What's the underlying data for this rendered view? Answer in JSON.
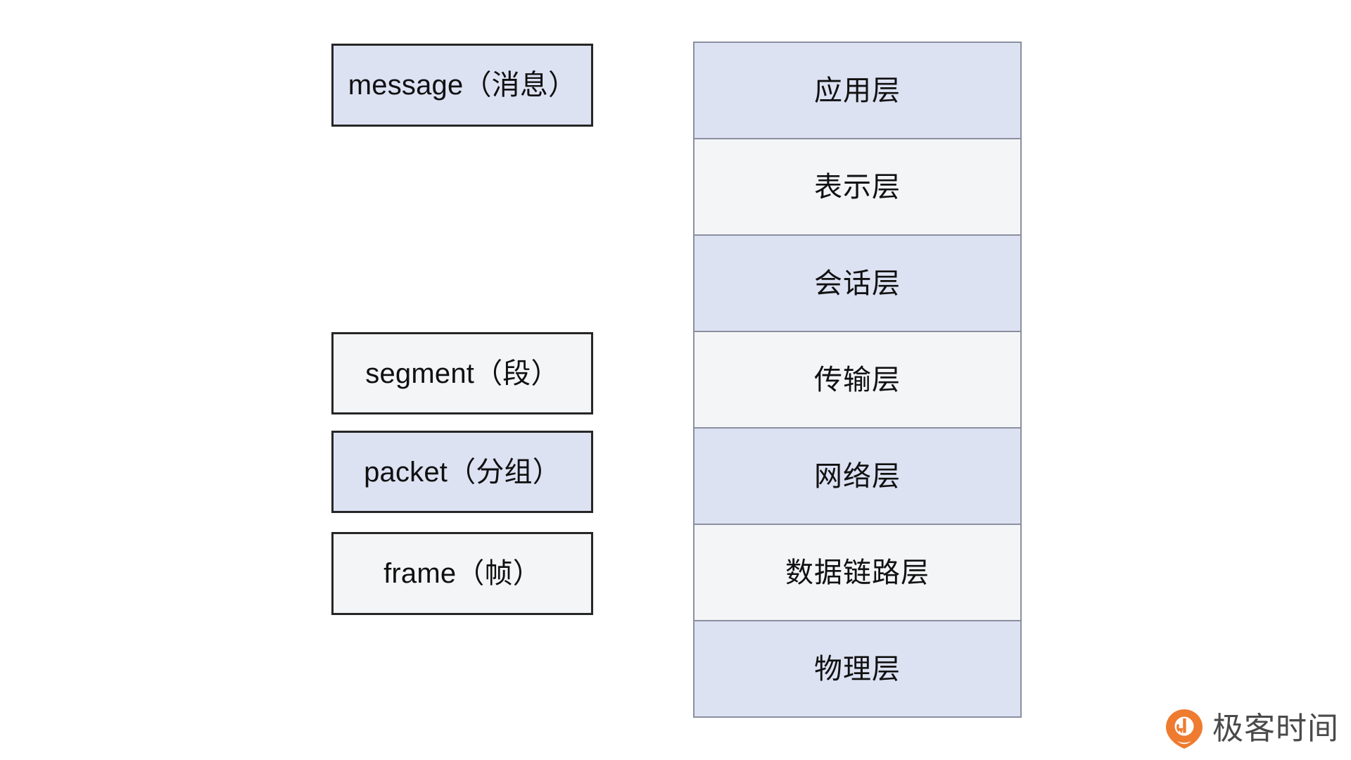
{
  "diagram": {
    "title": "OSI Seven Layer Model with PDU names",
    "background_color": "#ffffff",
    "palette": {
      "fill_blue": "#dde2f3",
      "fill_gray": "#f4f5f7",
      "pdu_border": "#262626",
      "stack_border": "#8b8fa0",
      "text": "#111111",
      "brand_orange": "#ee7b30",
      "brand_text": "#4a4a4a"
    },
    "pdu_boxes": [
      {
        "id": "message",
        "label": "message（消息）",
        "fill": "blue"
      },
      {
        "id": "segment",
        "label": "segment（段）",
        "fill": "gray"
      },
      {
        "id": "packet",
        "label": "packet（分组）",
        "fill": "blue"
      },
      {
        "id": "frame",
        "label": "frame（帧）",
        "fill": "gray"
      }
    ],
    "osi_layers": [
      {
        "id": "application",
        "label": "应用层",
        "fill": "blue"
      },
      {
        "id": "presentation",
        "label": "表示层",
        "fill": "gray"
      },
      {
        "id": "session",
        "label": "会话层",
        "fill": "blue"
      },
      {
        "id": "transport",
        "label": "传输层",
        "fill": "gray"
      },
      {
        "id": "network",
        "label": "网络层",
        "fill": "blue"
      },
      {
        "id": "datalink",
        "label": "数据链路层",
        "fill": "gray"
      },
      {
        "id": "physical",
        "label": "物理层",
        "fill": "blue"
      }
    ],
    "brand": {
      "name": "极客时间",
      "mark": "geektime-pin-icon"
    }
  }
}
